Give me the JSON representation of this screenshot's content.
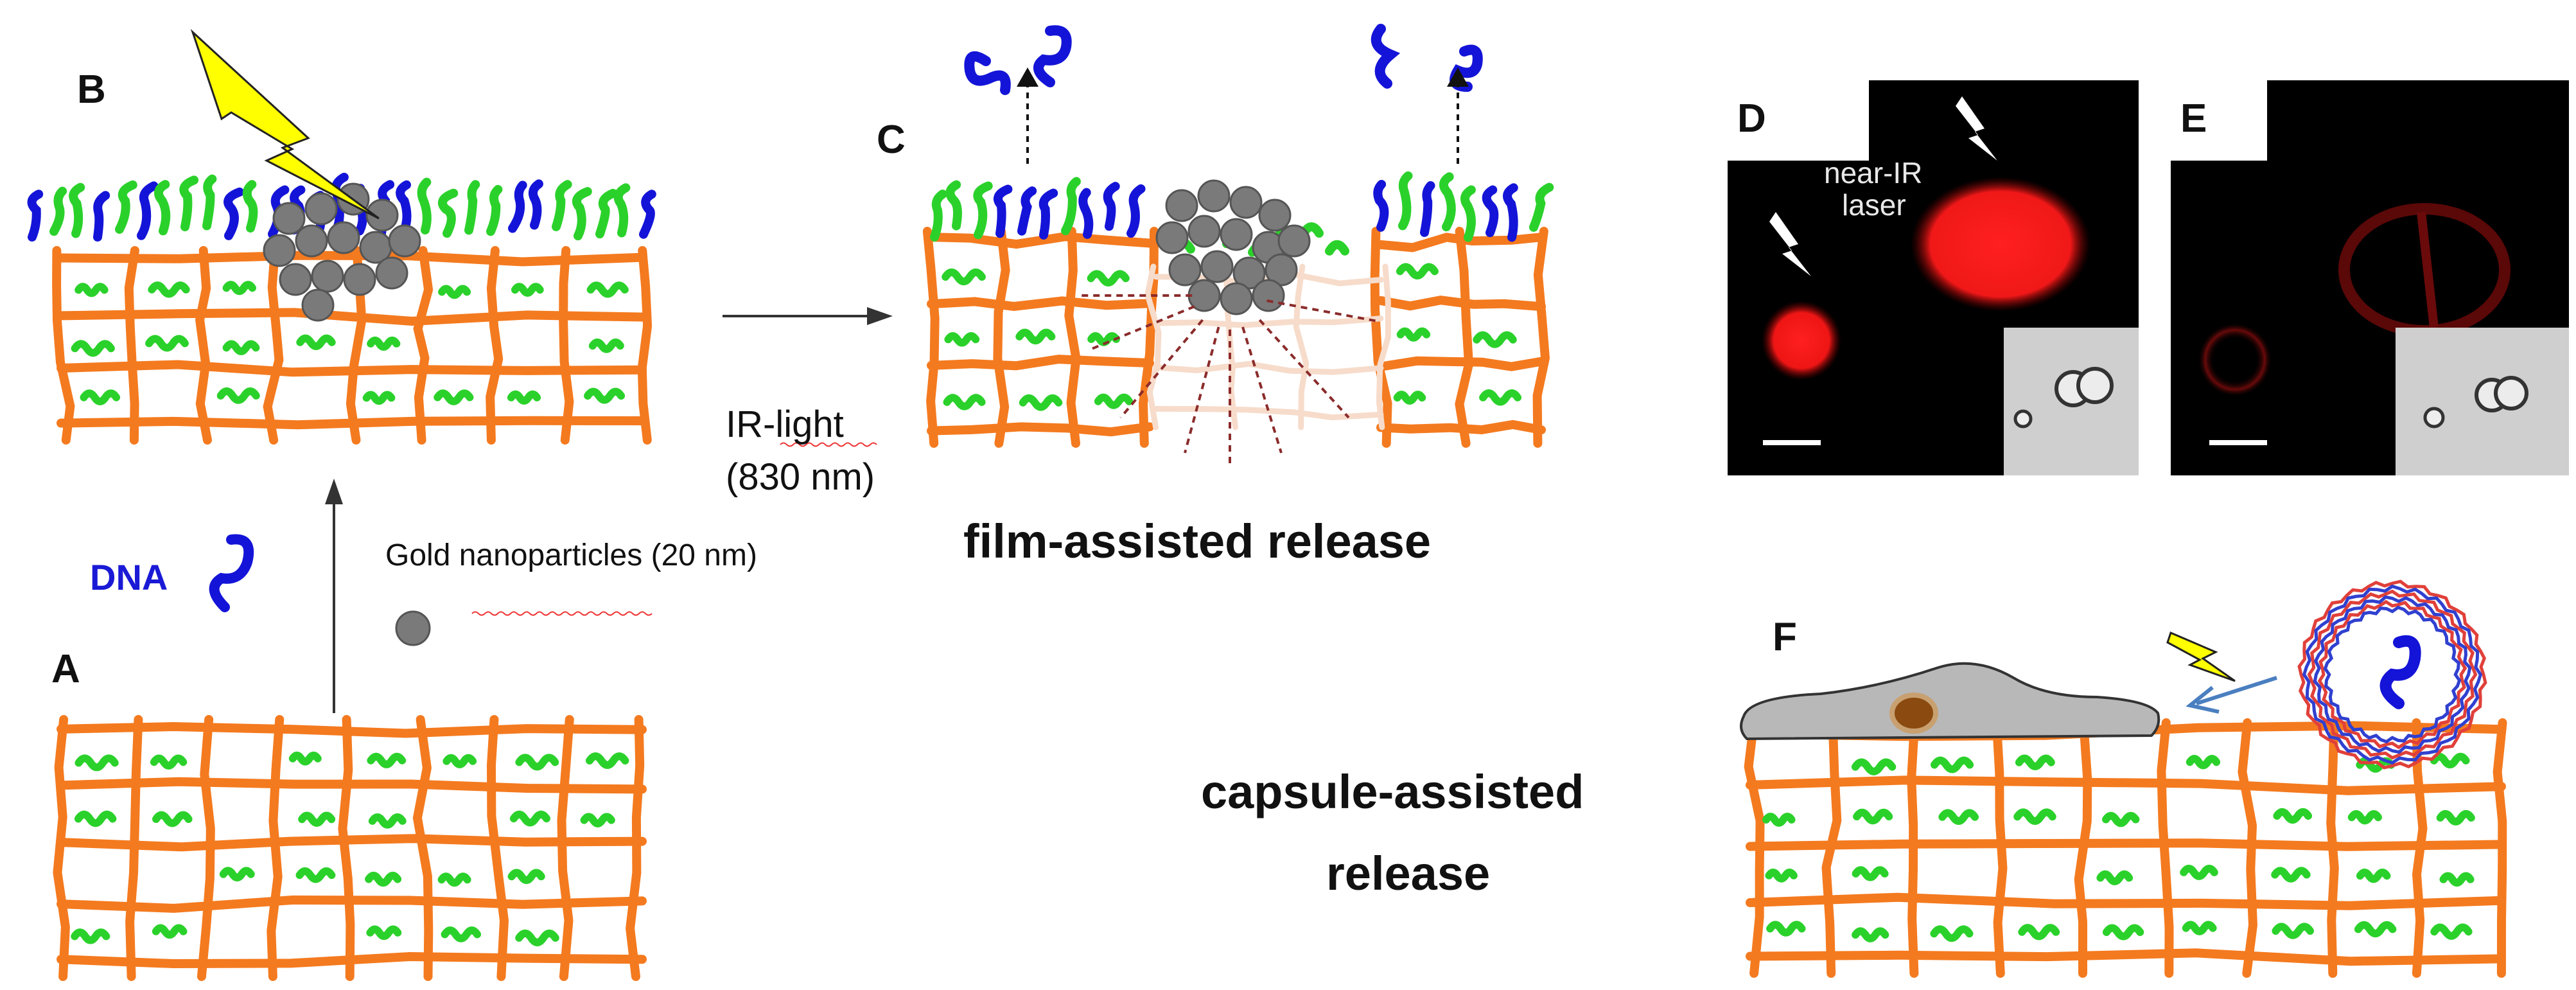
{
  "panels": {
    "a": "A",
    "b": "B",
    "c": "C",
    "d": "D",
    "e": "E",
    "f": "F"
  },
  "labels": {
    "dna": "DNA",
    "gold_nanoparticles": "Gold nanoparticles (20 nm)",
    "ir_light": "IR-light",
    "wavelength": "(830 nm)",
    "film_release": "film-assisted release",
    "capsule_release_line1": "capsule-assisted",
    "capsule_release_line2": "release",
    "laser_line1": "near-IR",
    "laser_line2": "laser"
  },
  "colors": {
    "matrix": "#f47a1f",
    "green_molecules": "#2bd12b",
    "dna": "#1414d8",
    "nanoparticle": "#7a7a7a",
    "lightning": "#ffff00",
    "fluorescence": "#ff1a1a",
    "capsule_red": "#e0403a",
    "capsule_blue": "#3040d0",
    "cell": "#b8b8b8",
    "nucleus": "#8a4a10",
    "arrow_blue": "#4a7fc0"
  },
  "icons": [
    "lightning-icon",
    "dna-strand-icon",
    "gold-nanoparticle-icon",
    "laser-flash-icon"
  ]
}
